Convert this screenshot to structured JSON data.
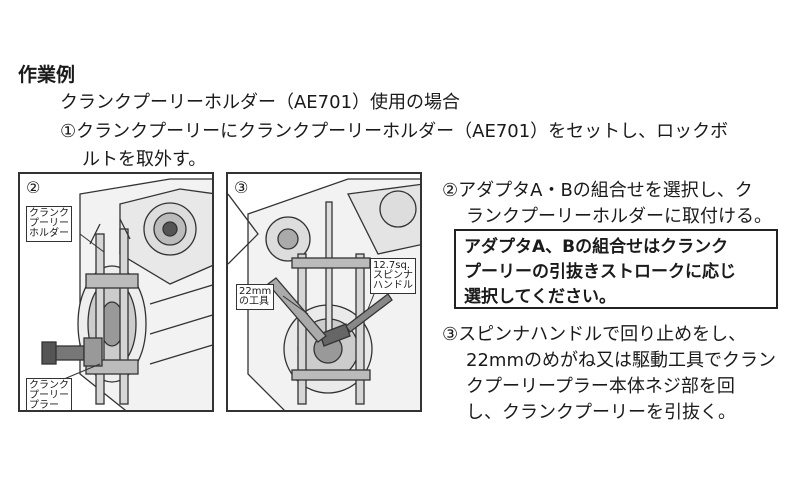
{
  "heading": "作業例",
  "case_title": "クランクプーリーホルダー（AE701）使用の場合",
  "step1": {
    "line1": "①クランクプーリーにクランクプーリーホルダー（AE701）をセットし、ロックボ",
    "line2": "ルトを取外す。"
  },
  "figure2": {
    "number": "②",
    "holder_label": [
      "クランク",
      "プーリー",
      "ホルダー"
    ],
    "puller_label": [
      "クランク",
      "プーリー",
      "プラー"
    ]
  },
  "figure3": {
    "number": "③",
    "tool_label": [
      "22mm",
      "の工具"
    ],
    "handle_label": [
      "12.7sq.",
      "スピンナ",
      "ハンドル"
    ]
  },
  "step2": {
    "line1": "②アダプタA・Bの組合せを選択し、ク",
    "line2": "ランクプーリーホルダーに取付ける。"
  },
  "note": {
    "line1": "アダプタA、Bの組合せはクランク",
    "line2": "プーリーの引抜きストロークに応じ",
    "line3": "選択してください。"
  },
  "step3": {
    "line1": "③スピンナハンドルで回り止めをし、",
    "line2": "22mmのめがね又は駆動工具でクラン",
    "line3": "クプーリープラー本体ネジ部を回",
    "line4": "し、クランクプーリーを引抜く。"
  }
}
